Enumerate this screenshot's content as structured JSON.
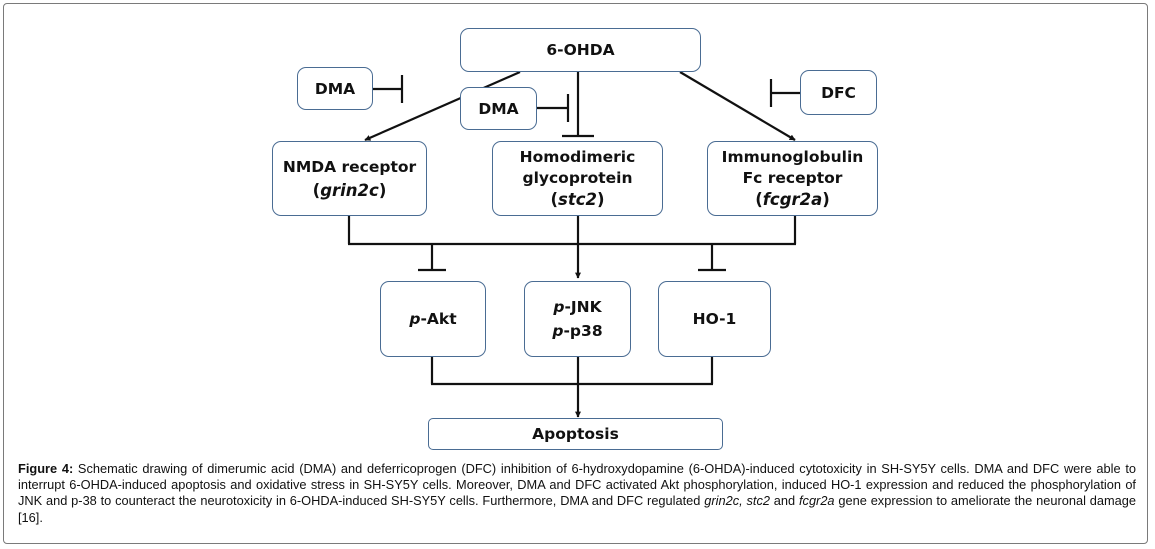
{
  "nodes": {
    "ohda": "6-OHDA",
    "dma_left": "DMA",
    "dma_center": "DMA",
    "dfc": "DFC",
    "nmda_line1": "NMDA receptor",
    "nmda_gene_paren_open": "(",
    "nmda_gene": "grin2c",
    "nmda_gene_paren_close": ")",
    "homo_line1": "Homodimeric",
    "homo_line2": "glycoprotein",
    "homo_gene_paren_open": "(",
    "homo_gene": "stc2",
    "homo_gene_paren_close": ")",
    "immuno_line1": "Immunoglobulin",
    "immuno_line2": "Fc receptor",
    "immuno_gene_paren_open": "(",
    "immuno_gene": "fcgr2a",
    "immuno_gene_paren_close": ")",
    "akt_prefix": "p",
    "akt_rest": "-Akt",
    "jnk_prefix": "p",
    "jnk_rest": "-JNK",
    "p38_prefix": "p",
    "p38_rest": "-p38",
    "ho1": "HO-1",
    "apoptosis": "Apoptosis"
  },
  "caption": {
    "label": "Figure 4:",
    "part1": " Schematic drawing of dimerumic acid (DMA) and deferricoprogen (DFC) inhibition of 6-hydroxydopamine (6-OHDA)-induced cytotoxicity in SH-SY5Y cells. DMA and DFC were able to interrupt 6-OHDA-induced apoptosis and oxidative stress in SH-SY5Y cells. Moreover, DMA and DFC activated Akt phosphorylation, induced HO-1 expression and reduced the phosphorylation of JNK and p-38 to counteract the neurotoxicity in 6-OHDA-induced SH-SY5Y cells. Furthermore, DMA and DFC regulated ",
    "gene1": "grin2c, stc2",
    "part2": " and ",
    "gene2": "fcgr2a",
    "part3": " gene expression to ameliorate the neuronal damage [16]."
  },
  "colors": {
    "box_border": "#4a6c93",
    "line": "#111111",
    "frame": "#7a7a7a"
  }
}
